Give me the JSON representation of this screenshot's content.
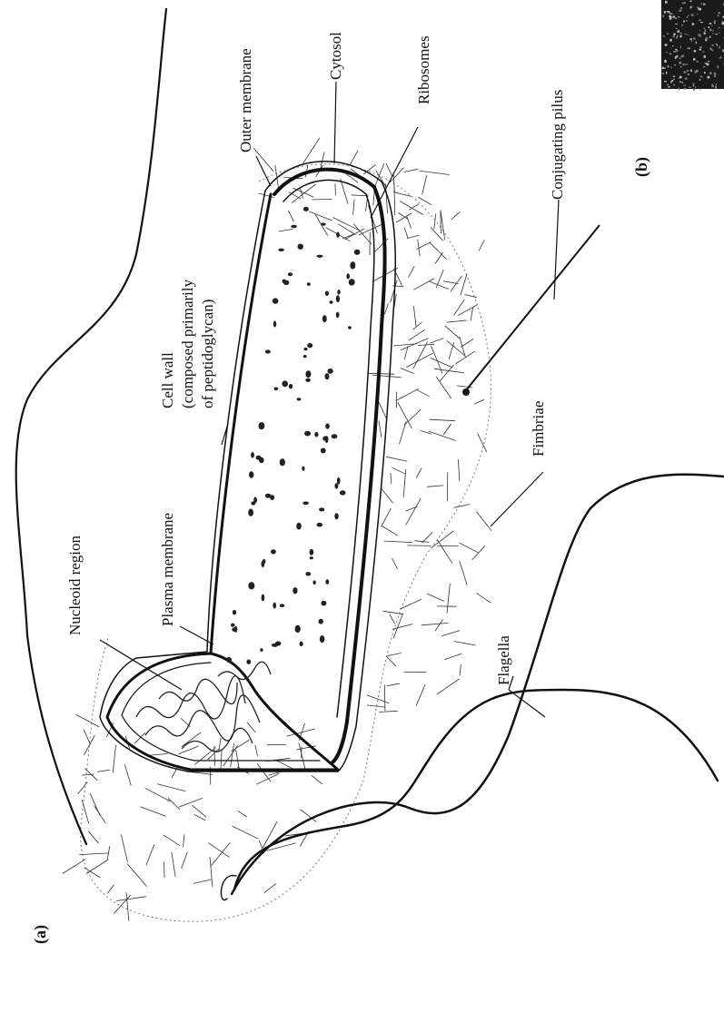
{
  "panel_labels": {
    "a": "(a)",
    "b": "(b)"
  },
  "labels": {
    "outer_membrane": "Outer membrane",
    "cytosol": "Cytosol",
    "ribosomes": "Ribosomes",
    "conjugating_pilus": "Conjugating pilus",
    "cell_wall_line1": "Cell wall",
    "cell_wall_line2": "(composed primarily",
    "cell_wall_line3": "of peptidoglycan)",
    "fimbriae": "Fimbriae",
    "nucleoid_region": "Nucleoid region",
    "plasma_membrane": "Plasma membrane",
    "flagella": "Flagella"
  }
}
